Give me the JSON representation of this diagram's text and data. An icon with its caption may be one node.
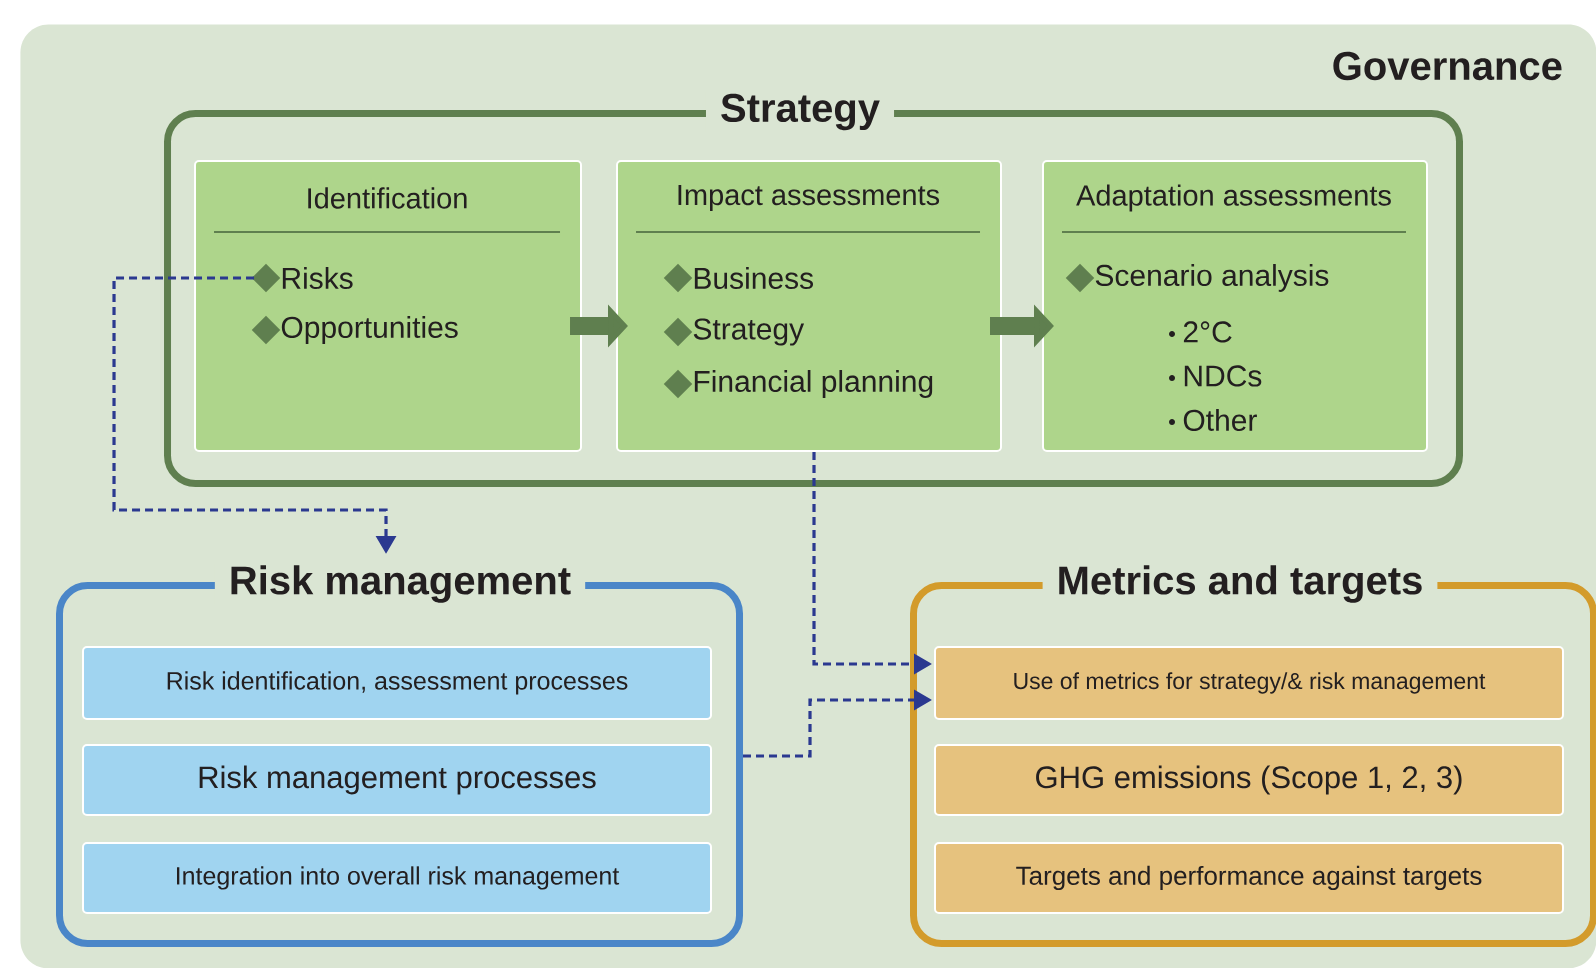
{
  "diagram": {
    "nodes": [
      {
        "text": [
          "Governance"
        ]
      },
      {
        "text": [
          "Strategy"
        ],
        "in": 0
      },
      {
        "text": [
          "Identification",
          "Risks",
          "Opportunities"
        ],
        "in": 1
      },
      {
        "text": [
          "Impact assessments",
          "Business",
          "Strategy",
          "Financial planning"
        ],
        "in": 1
      },
      {
        "text": [
          "Adaptation assessments",
          "Scenario analysis",
          "2°C",
          "NDCs",
          "Other"
        ],
        "in": 1
      },
      {
        "text": [
          "Risk management"
        ],
        "in": 0
      },
      {
        "text": [
          "Risk identification, assessment processes"
        ],
        "in": 5
      },
      {
        "text": [
          "Risk management processes"
        ],
        "in": 5
      },
      {
        "text": [
          "Integration into overall risk management"
        ],
        "in": 5
      },
      {
        "text": [
          "Metrics and targets"
        ],
        "in": 0
      },
      {
        "text": [
          "Use of metrics for strategy/& risk management"
        ],
        "in": 9
      },
      {
        "text": [
          "GHG emissions (Scope 1, 2, 3)"
        ],
        "in": 9
      },
      {
        "text": [
          "Targets and performance against targets"
        ],
        "in": 9
      }
    ],
    "edges": [
      {
        "from": 2,
        "to": 5,
        "arrow": "to",
        "style": "dashed",
        "color": "#2b3990"
      },
      {
        "from": 3,
        "to": 10,
        "arrow": "to",
        "style": "dashed",
        "color": "#2b3990"
      },
      {
        "from": 5,
        "to": 10,
        "arrow": "to",
        "style": "dashed",
        "color": "#2b3990"
      },
      {
        "from": 2,
        "to": 3,
        "arrow": "to",
        "style": "thick",
        "color": "#5f7f4f"
      },
      {
        "from": 3,
        "to": 4,
        "arrow": "to",
        "style": "thick",
        "color": "#5f7f4f"
      }
    ]
  }
}
